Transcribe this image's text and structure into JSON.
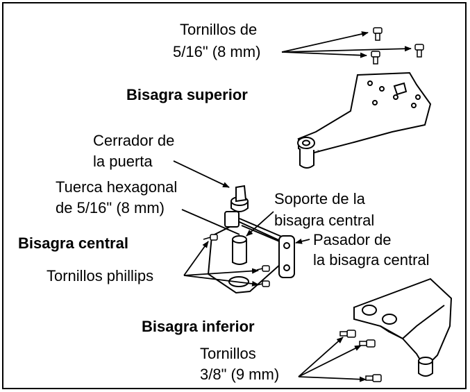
{
  "labels": {
    "screws_top_1": "Tornillos de",
    "screws_top_2": "5/16\" (8 mm)",
    "upper_hinge": "Bisagra superior",
    "door_closer_1": "Cerrador de",
    "door_closer_2": "la puerta",
    "hex_nut_1": "Tuerca hexagonal",
    "hex_nut_2": "de 5/16\" (8 mm)",
    "center_bracket_1": "Soporte de la",
    "center_bracket_2": "bisagra central",
    "center_hinge": "Bisagra central",
    "center_pin_1": "Pasador de",
    "center_pin_2": "la bisagra central",
    "phillips_screws": "Tornillos phillips",
    "lower_hinge": "Bisagra inferior",
    "screws_bottom_1": "Tornillos",
    "screws_bottom_2": "3/8\" (9 mm)"
  },
  "colors": {
    "ink": "#000000",
    "paper": "#ffffff"
  }
}
